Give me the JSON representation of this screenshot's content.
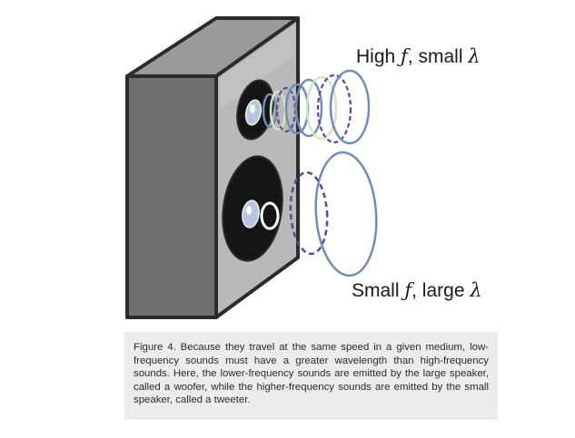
{
  "labels": {
    "high": {
      "prefix": "High ",
      "f_symbol": "ƒ",
      "suffix": ", small ",
      "lambda_symbol": "λ"
    },
    "low": {
      "prefix": "Small ",
      "f_symbol": "ƒ",
      "suffix": ", large ",
      "lambda_symbol": "λ"
    }
  },
  "caption": "Figure 4. Because they travel at the same speed in a given medium, low-frequency sounds must have a greater wavelength than high-frequency sounds. Here, the lower-frequency sounds are emitted by the large speaker, called a woofer, while the higher-frequency sounds are emitted by the small speaker, called a tweeter.",
  "colors": {
    "speaker_front": "#b9b9bb",
    "speaker_side": "#6f6f71",
    "speaker_top": "#9a9a9c",
    "speaker_outline": "#2b2b2b",
    "cone": "#151515",
    "wave_solid": "#6e8fb5",
    "wave_dashed": "#5c4b8a",
    "wave_pale": "#d3e6c8",
    "caption_bg": "#ececec"
  }
}
